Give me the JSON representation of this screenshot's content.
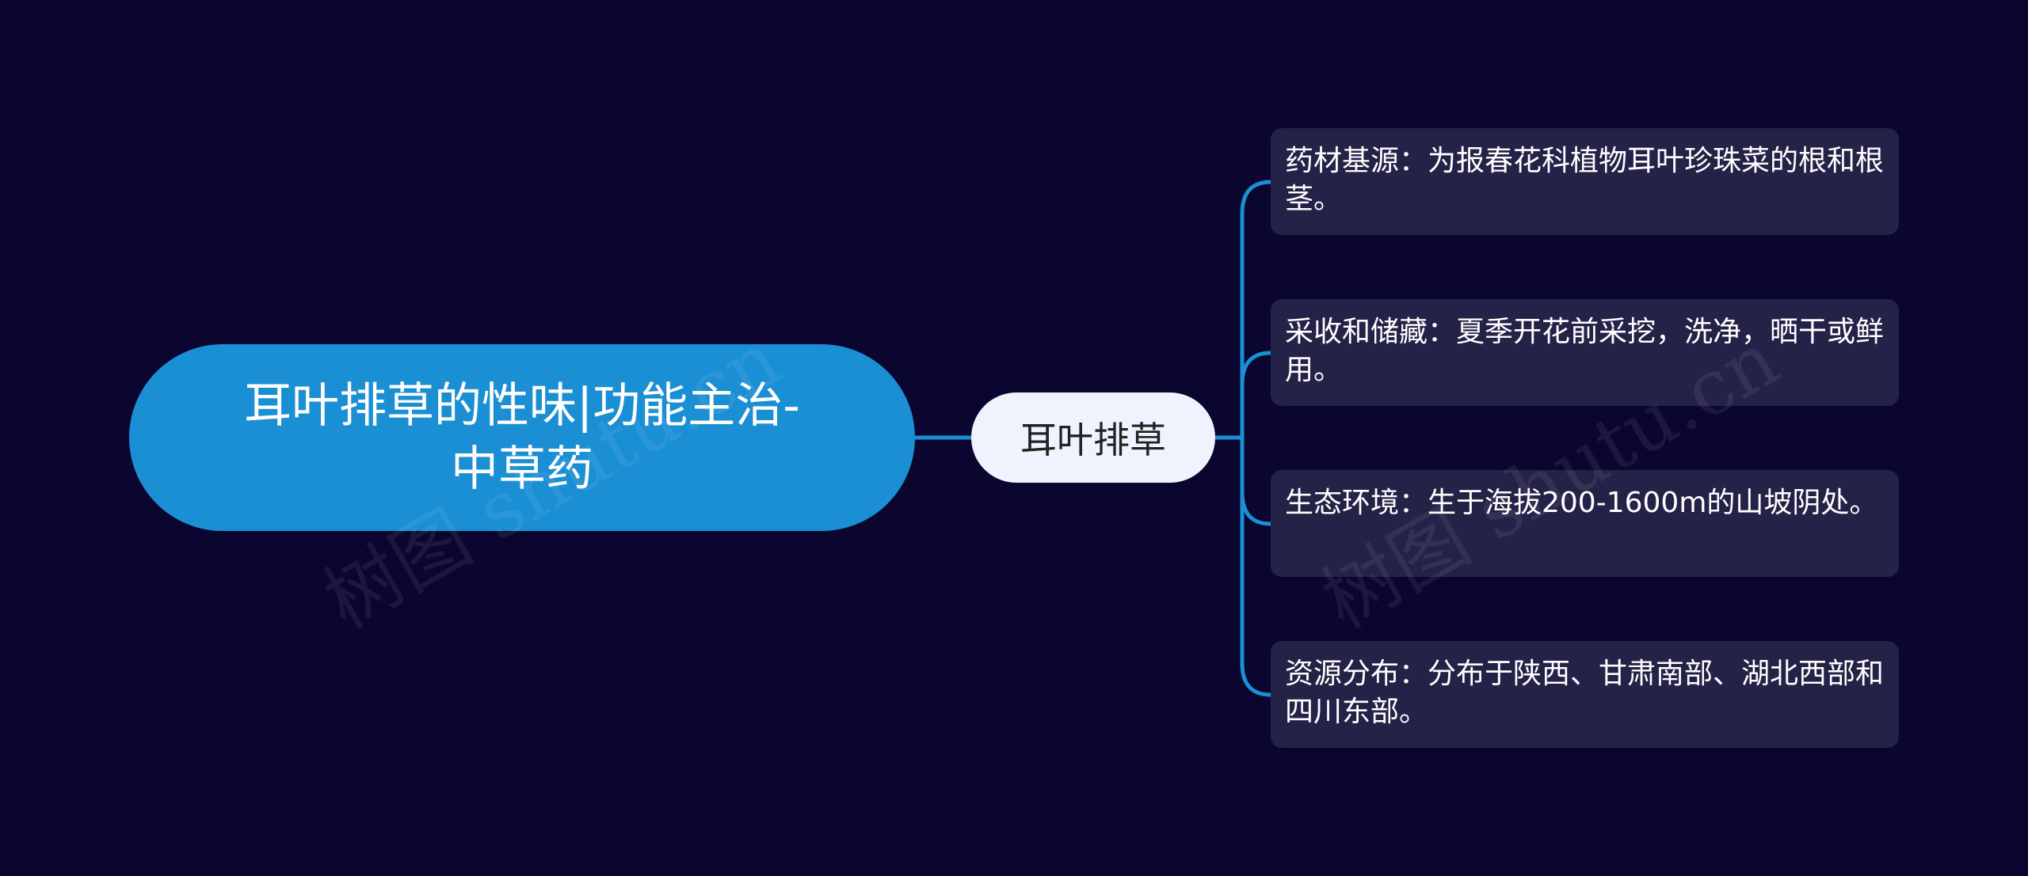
{
  "mindmap": {
    "root": {
      "title": "耳叶排草的性味|功能主治-中草药"
    },
    "center": {
      "label": "耳叶排草"
    },
    "branches": [
      {
        "text": "药材基源：为报春花科植物耳叶珍珠菜的根和根茎。"
      },
      {
        "text": "采收和储藏：夏季开花前采挖，洗净，晒干或鲜用。"
      },
      {
        "text": "生态环境：生于海拔200-1600m的山坡阴处。"
      },
      {
        "text": "资源分布：分布于陕西、甘肃南部、湖北西部和四川东部。"
      }
    ]
  },
  "watermark": {
    "text": "树图 shutu.cn"
  },
  "colors": {
    "background": "#0a0630",
    "root_fill": "#1a8fd4",
    "center_fill": "#eef3fd",
    "leaf_fill": "#252248",
    "connector": "#1a8fd4"
  }
}
